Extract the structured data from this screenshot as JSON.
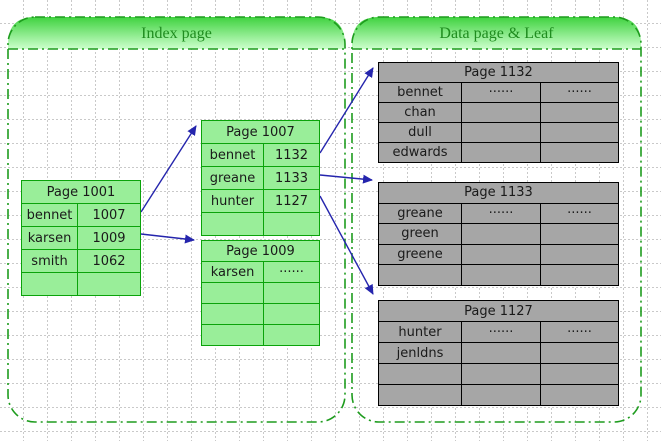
{
  "headers": {
    "index": "Index page",
    "data": "Data page & Leaf"
  },
  "tables": {
    "p1001": {
      "title": "Page 1001",
      "rows": [
        [
          "bennet",
          "1007"
        ],
        [
          "karsen",
          "1009"
        ],
        [
          "smith",
          "1062"
        ],
        [
          "",
          ""
        ]
      ]
    },
    "p1007": {
      "title": "Page 1007",
      "rows": [
        [
          "bennet",
          "1132"
        ],
        [
          "greane",
          "1133"
        ],
        [
          "hunter",
          "1127"
        ],
        [
          "",
          ""
        ]
      ]
    },
    "p1009": {
      "title": "Page 1009",
      "rows": [
        [
          "karsen",
          "······"
        ],
        [
          "",
          ""
        ],
        [
          "",
          ""
        ],
        [
          "",
          ""
        ]
      ]
    },
    "p1132": {
      "title": "Page 1132",
      "rows": [
        [
          "bennet",
          "······",
          "······"
        ],
        [
          "chan",
          "",
          ""
        ],
        [
          "dull",
          "",
          ""
        ],
        [
          "edwards",
          "",
          ""
        ]
      ]
    },
    "p1133": {
      "title": "Page 1133",
      "rows": [
        [
          "greane",
          "······",
          "······"
        ],
        [
          "green",
          "",
          ""
        ],
        [
          "greene",
          "",
          ""
        ],
        [
          "",
          "",
          ""
        ]
      ]
    },
    "p1127": {
      "title": "Page 1127",
      "rows": [
        [
          "hunter",
          "······",
          "······"
        ],
        [
          "jenldns",
          "",
          ""
        ],
        [
          "",
          "",
          ""
        ],
        [
          "",
          "",
          ""
        ]
      ]
    }
  },
  "colors": {
    "index-fill": "#99ee99",
    "index-border": "#0aa30a",
    "data-fill": "#a6a6a6",
    "data-border": "#000000",
    "container-border": "#1e9c1e",
    "title-text": "#1f8c1f",
    "arrow": "#2525ad",
    "header-grad-top": "#3fd23f",
    "header-grad-bottom": "#ccffcc",
    "grid-line": "#c9c9c9",
    "table-text": "#1a1a1a"
  }
}
